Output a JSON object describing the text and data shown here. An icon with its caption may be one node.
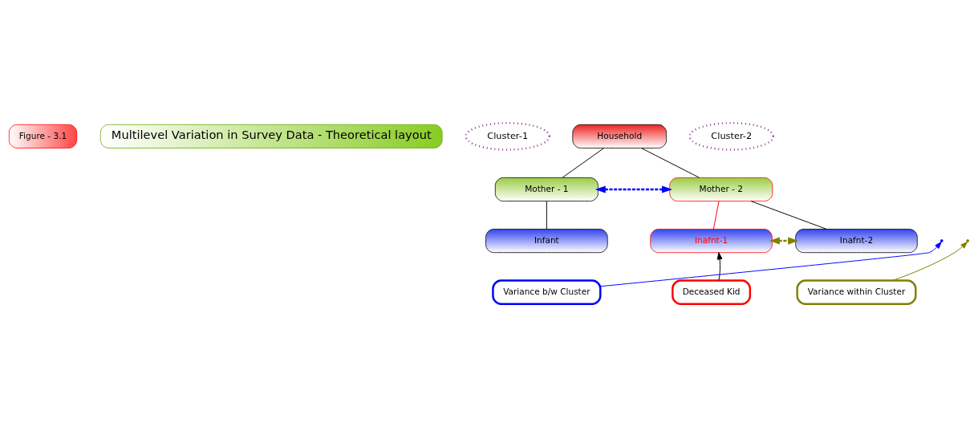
{
  "diagram": {
    "nodes": [
      {
        "text": [
          "Figure - 3.1"
        ]
      },
      {
        "text": [
          "Multilevel Variation in Survey Data - Theoretical layout"
        ]
      },
      {
        "text": [
          "Household"
        ]
      },
      {
        "text": [
          "Mother - 1"
        ]
      },
      {
        "text": [
          "Mother - 2"
        ]
      },
      {
        "text": [
          "Infant"
        ]
      },
      {
        "text": [
          "Inafnt-1"
        ]
      },
      {
        "text": [
          "Inafnt-2"
        ]
      },
      {
        "text": [
          "Variance b/w Cluster"
        ]
      },
      {
        "text": [
          "Deceased Kid"
        ]
      },
      {
        "text": [
          "Variance within Cluster"
        ]
      }
    ],
    "edges": [
      {
        "from": 2,
        "to": 3,
        "arrow": "none"
      },
      {
        "from": 2,
        "to": 4,
        "arrow": "none"
      },
      {
        "from": 3,
        "to": 5,
        "arrow": "none"
      },
      {
        "from": 4,
        "to": 6,
        "arrow": "none",
        "color": "#ff0000"
      },
      {
        "from": 4,
        "to": 7,
        "arrow": "none"
      },
      {
        "from": 3,
        "to": 4,
        "arrow": "both",
        "style": "dashed",
        "color": "#0000ff"
      },
      {
        "from": 6,
        "to": 7,
        "arrow": "both",
        "style": "dashed",
        "color": "#808000"
      },
      {
        "from": 8,
        "to": null,
        "arrow": "to",
        "color": "#0000ff"
      },
      {
        "from": 9,
        "to": 6,
        "arrow": "to"
      },
      {
        "from": 10,
        "to": null,
        "arrow": "to",
        "color": "#808000"
      }
    ],
    "labels": [
      "Cluster-1",
      "Cluster-2"
    ]
  }
}
